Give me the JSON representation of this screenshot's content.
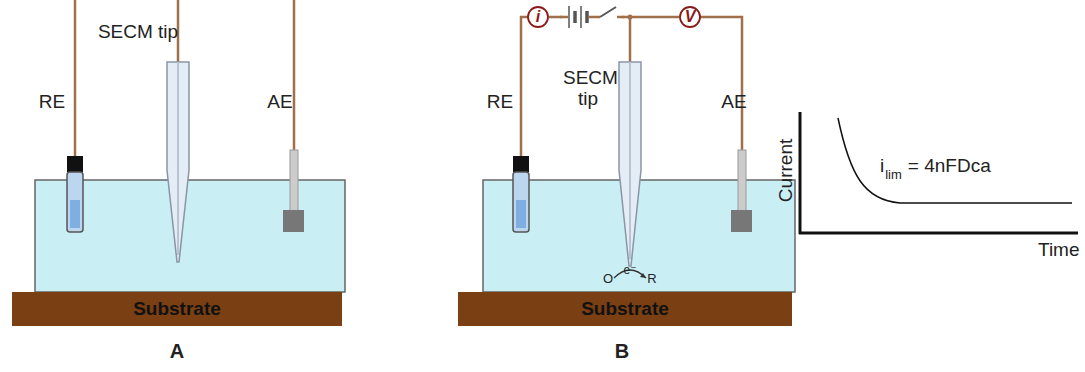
{
  "diagram": {
    "nodes": [
      {
        "text": [
          "Substrate"
        ]
      },
      {
        "text": [
          "Substrate"
        ]
      },
      {
        "text": [
          "i"
        ]
      },
      {
        "text": [
          "V"
        ]
      }
    ],
    "edges": [
      {
        "from": 2,
        "to": 3,
        "arrow": "none"
      }
    ],
    "labels": [
      "SECM tip",
      "RE",
      "AE",
      "A",
      "RE",
      "SECM tip",
      "AE",
      "B",
      "O",
      "e⁻",
      "R",
      "Current",
      "Time",
      "i",
      "lim",
      "= 4nFDca"
    ]
  }
}
